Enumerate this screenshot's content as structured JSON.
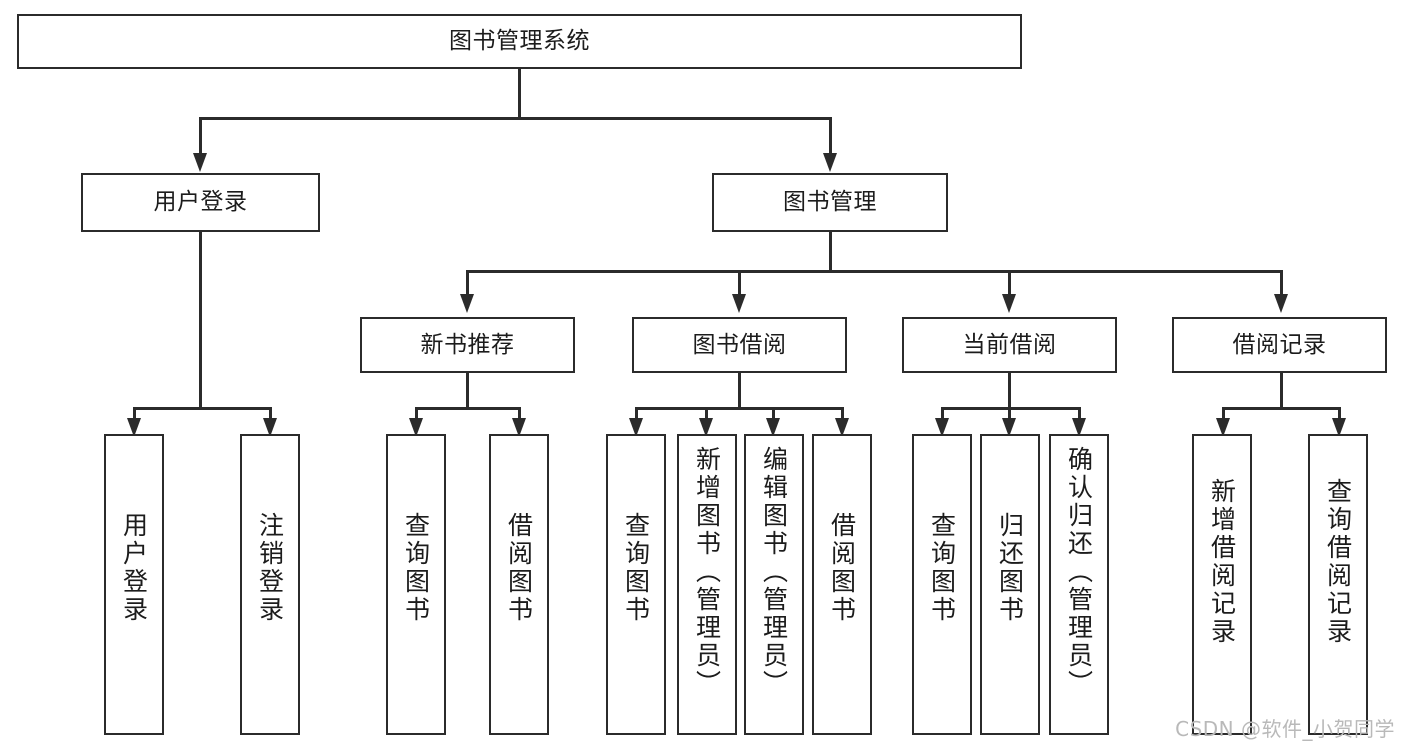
{
  "diagram": {
    "title_node": {
      "label": "图书管理系统"
    },
    "level2": [
      {
        "label": "用户登录"
      },
      {
        "label": "图书管理"
      }
    ],
    "level3": [
      {
        "label": "新书推荐"
      },
      {
        "label": "图书借阅"
      },
      {
        "label": "当前借阅"
      },
      {
        "label": "借阅记录"
      }
    ],
    "leaves": {
      "user_login": [
        {
          "label": "用户登录"
        },
        {
          "label": "注销登录"
        }
      ],
      "new_book_recommend": [
        {
          "label": "查询图书"
        },
        {
          "label": "借阅图书"
        }
      ],
      "book_borrow": [
        {
          "label": "查询图书"
        },
        {
          "label": "新增图书（管理员）"
        },
        {
          "label": "编辑图书（管理员）"
        },
        {
          "label": "借阅图书"
        }
      ],
      "current_borrow": [
        {
          "label": "查询图书"
        },
        {
          "label": "归还图书"
        },
        {
          "label": "确认归还（管理员）"
        }
      ],
      "borrow_record": [
        {
          "label": "新增借阅记录"
        },
        {
          "label": "查询借阅记录"
        }
      ]
    }
  },
  "watermark": {
    "text": "CSDN @软件_小贺同学"
  },
  "colors": {
    "stroke": "#2b2b2b",
    "fill": "#ffffff",
    "watermark": "#b9b9b9"
  }
}
